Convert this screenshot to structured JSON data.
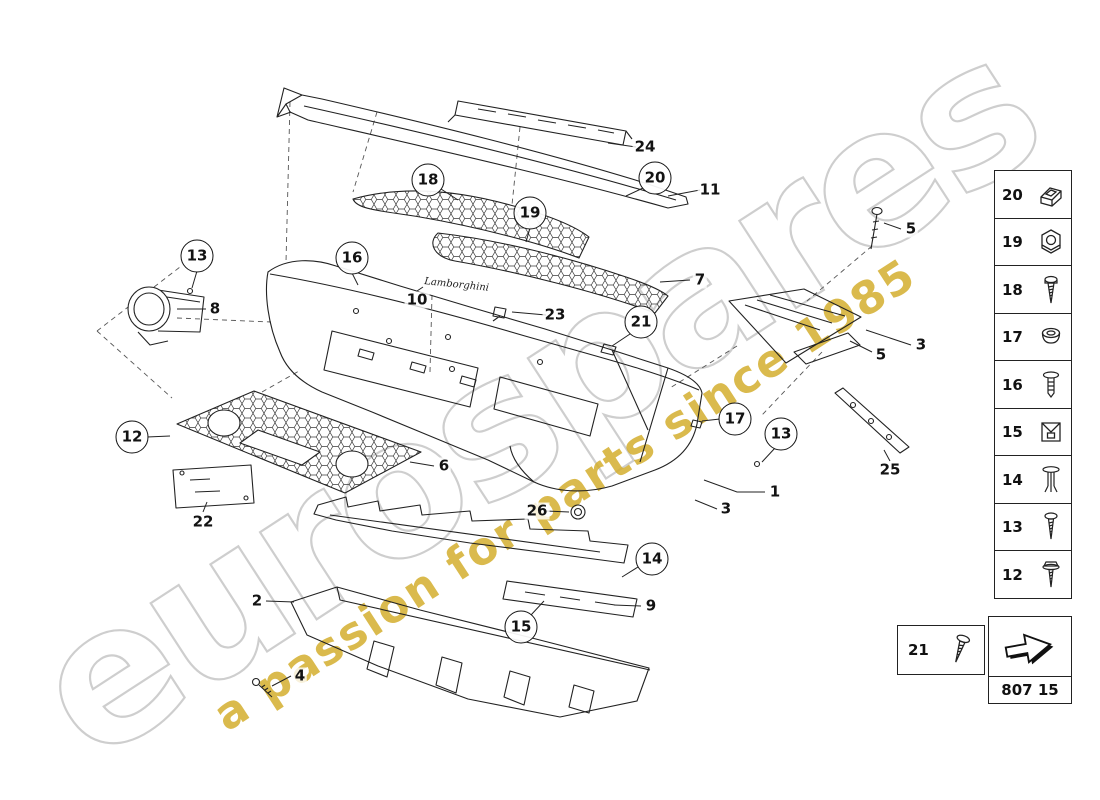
{
  "watermark": {
    "brand": "eurospares",
    "tagline": "a passion for parts since 1985",
    "brand_color": "#c9c9c9",
    "tagline_color": "#d4af2e"
  },
  "emblem": "Lamborghini",
  "callouts": {
    "circled": [
      "18",
      "20",
      "19",
      "13",
      "16",
      "21",
      "12",
      "17",
      "13",
      "14",
      "15"
    ],
    "plain": [
      "24",
      "11",
      "7",
      "8",
      "10",
      "23",
      "5",
      "3",
      "5",
      "22",
      "6",
      "25",
      "1",
      "3",
      "26",
      "2",
      "9",
      "4"
    ]
  },
  "sidebar": {
    "items": [
      {
        "label": "20",
        "icon": "clip-bracket-icon"
      },
      {
        "label": "19",
        "icon": "hex-nut-icon"
      },
      {
        "label": "18",
        "icon": "tapping-screw-icon"
      },
      {
        "label": "17",
        "icon": "grommet-icon"
      },
      {
        "label": "16",
        "icon": "rivet-icon"
      },
      {
        "label": "15",
        "icon": "clip-nut-icon"
      },
      {
        "label": "14",
        "icon": "expander-rivet-icon"
      },
      {
        "label": "13",
        "icon": "screw-icon"
      },
      {
        "label": "12",
        "icon": "flange-screw-icon"
      }
    ]
  },
  "footer": {
    "fastener_label": "21",
    "fastener_icon": "screw-icon",
    "part_code": "807 15",
    "part_code_icon": "arrow-icon"
  }
}
